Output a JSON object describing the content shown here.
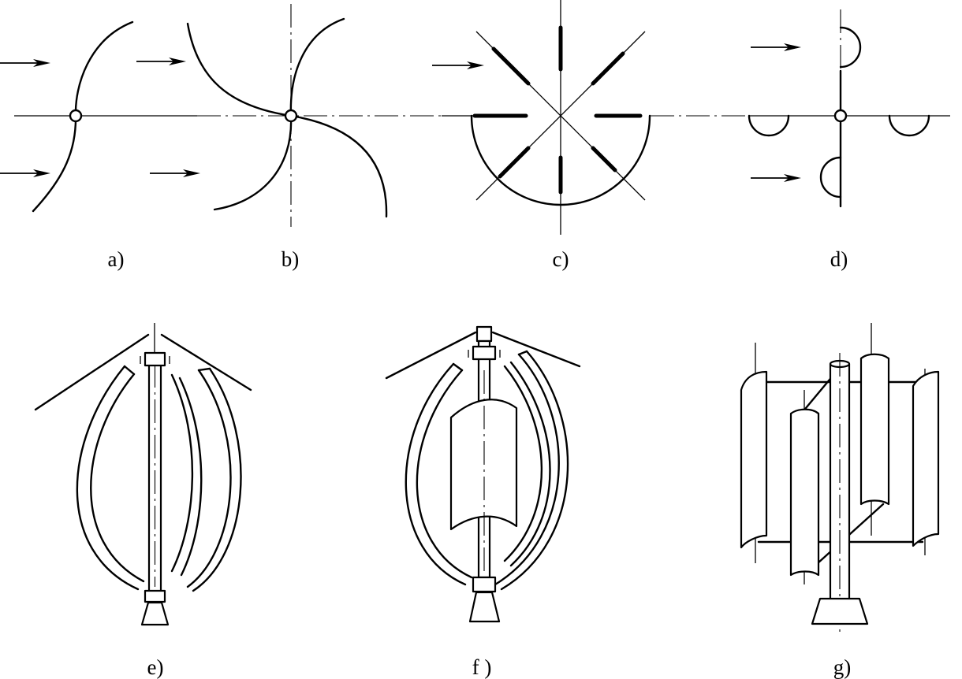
{
  "labels": {
    "a": "a)",
    "b": "b)",
    "c": "c)",
    "d": "d)",
    "e": "e)",
    "f": "f )",
    "g": "g)"
  },
  "colors": {
    "ink": "#000000",
    "background": "#ffffff"
  }
}
